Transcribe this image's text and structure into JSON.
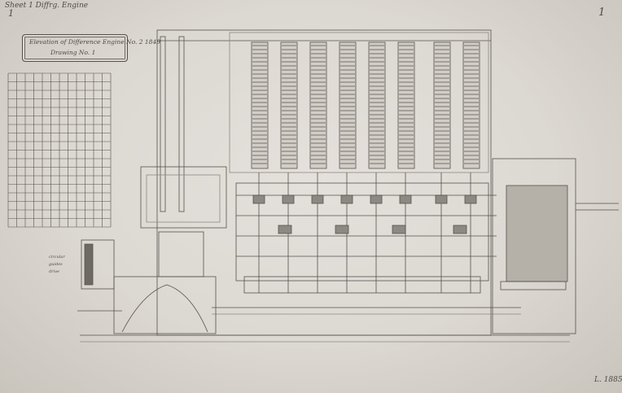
{
  "document": {
    "corner_note": "Sheet 1 Diffrg. Engine",
    "sheet_mark_left": "1",
    "sheet_mark_right": "1",
    "cartouche_line_1": "Elevation of Difference Engine No. 2 1849",
    "cartouche_line_2": "Drawing No. 1",
    "side_note_lines": [
      "circular",
      "guides",
      "drive"
    ],
    "catalog_number": "L. 1885"
  },
  "colors": {
    "paper": "#dcd8d2",
    "ink": "#55524d",
    "ink_light": "#8c8882"
  }
}
